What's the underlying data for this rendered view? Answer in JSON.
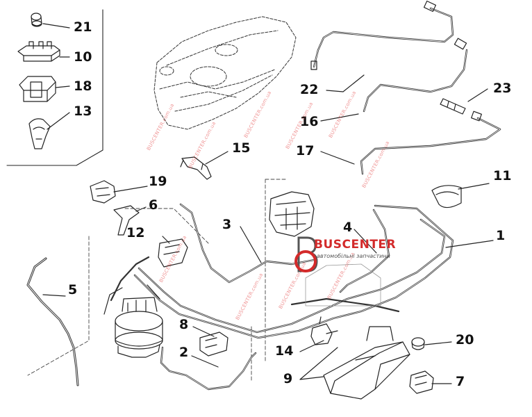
{
  "callouts": [
    {
      "id": "21",
      "label": "21"
    },
    {
      "id": "10",
      "label": "10"
    },
    {
      "id": "18",
      "label": "18"
    },
    {
      "id": "13",
      "label": "13"
    },
    {
      "id": "22",
      "label": "22"
    },
    {
      "id": "16",
      "label": "16"
    },
    {
      "id": "23",
      "label": "23"
    },
    {
      "id": "17",
      "label": "17"
    },
    {
      "id": "15",
      "label": "15"
    },
    {
      "id": "11",
      "label": "11"
    },
    {
      "id": "19",
      "label": "19"
    },
    {
      "id": "6",
      "label": "6"
    },
    {
      "id": "3",
      "label": "3"
    },
    {
      "id": "4",
      "label": "4"
    },
    {
      "id": "12",
      "label": "12"
    },
    {
      "id": "1",
      "label": "1"
    },
    {
      "id": "5",
      "label": "5"
    },
    {
      "id": "8",
      "label": "8"
    },
    {
      "id": "20",
      "label": "20"
    },
    {
      "id": "2",
      "label": "2"
    },
    {
      "id": "14",
      "label": "14"
    },
    {
      "id": "9",
      "label": "9"
    },
    {
      "id": "7",
      "label": "7"
    }
  ],
  "logo": {
    "main": "BUSCENTER",
    "sub": "автомобільні запчастини",
    "color": "#d32a2a"
  },
  "watermark": {
    "text": "BUSCENTER.com.ua",
    "color": "#e23a3a"
  }
}
